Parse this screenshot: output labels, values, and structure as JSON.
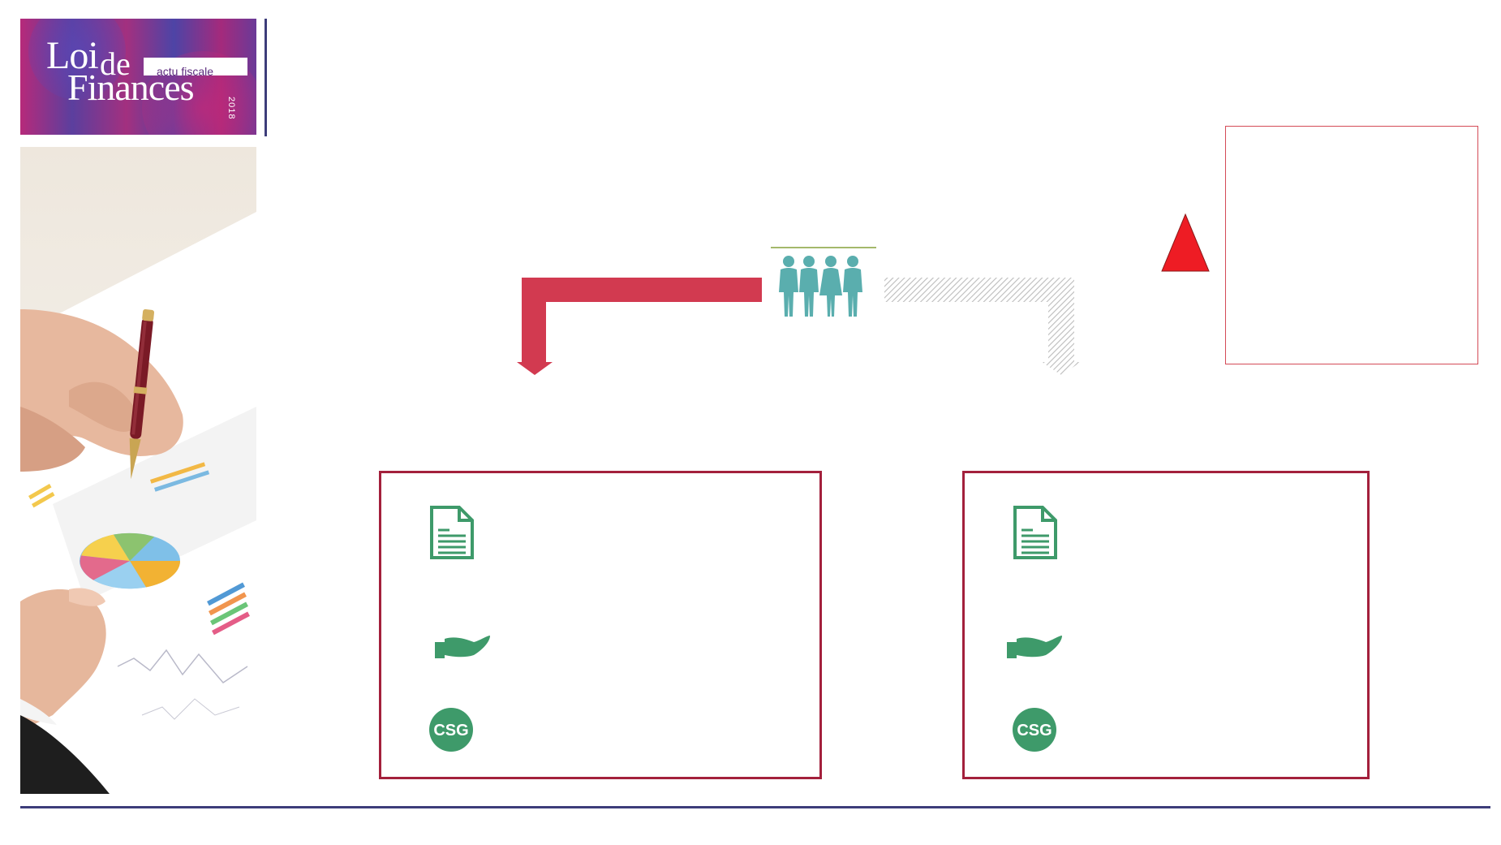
{
  "logo": {
    "word_loi": "Loi",
    "word_de": "de",
    "word_finances": "Finances",
    "tagline": "actu fiscale",
    "year": "2018"
  },
  "colors": {
    "accent_red": "#d23a50",
    "card_border": "#a3203c",
    "icon_green": "#3e9a6a",
    "people_teal": "#5aaeae",
    "rule_navy": "#3d3d7a",
    "warning_red": "#ee1c24"
  },
  "icons": {
    "people": "group-of-people-icon",
    "warning": "warning-triangle-icon",
    "document": "document-icon",
    "hand": "open-hand-icon",
    "csg": "csg-badge-icon"
  },
  "cards": {
    "left": {
      "csg_label": "CSG"
    },
    "right": {
      "csg_label": "CSG"
    }
  }
}
